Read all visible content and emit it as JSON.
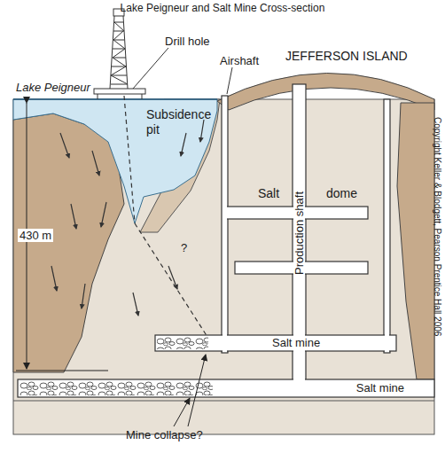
{
  "diagram": {
    "title": "Lake Peigneur and Salt Mine Cross-section",
    "nodes": [
      {
        "text": [
          "Production shaft"
        ]
      },
      {
        "text": [
          "Salt mine"
        ]
      },
      {
        "text": [
          "Salt mine"
        ]
      }
    ],
    "labels": [
      "Drill hole",
      "Airshaft",
      "JEFFERSON ISLAND",
      "Lake Peigneur",
      "Subsidence pit",
      "430 m",
      "?",
      "Salt",
      "dome",
      "Mine collapse?",
      "Copyright Keller & Blodgett, Pearson Prentice Hall 2006"
    ]
  }
}
